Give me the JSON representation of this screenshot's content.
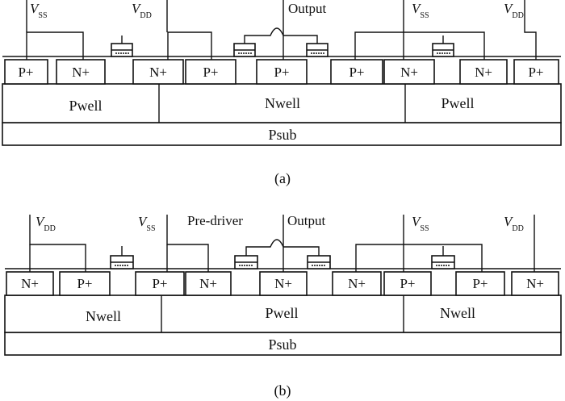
{
  "a": {
    "left_sup": {
      "v": "V",
      "sub": "SS"
    },
    "left_sup2": {
      "v": "V",
      "sub": "DD"
    },
    "output": "Output",
    "right_sup": {
      "v": "V",
      "sub": "SS"
    },
    "right_sup2": {
      "v": "V",
      "sub": "DD"
    },
    "diff": [
      "P+",
      "N+",
      "N+",
      "P+",
      "P+",
      "P+",
      "N+",
      "N+",
      "P+"
    ],
    "wells": [
      "Pwell",
      "Nwell",
      "Pwell"
    ],
    "sub": "Psub",
    "caption": "(a)"
  },
  "b": {
    "left_sup": {
      "v": "V",
      "sub": "DD"
    },
    "left_sup2": {
      "v": "V",
      "sub": "SS"
    },
    "predriver": "Pre-driver",
    "output": "Output",
    "right_sup": {
      "v": "V",
      "sub": "SS"
    },
    "right_sup2": {
      "v": "V",
      "sub": "DD"
    },
    "diff": [
      "N+",
      "P+",
      "P+",
      "N+",
      "N+",
      "N+",
      "P+",
      "P+",
      "N+"
    ],
    "wells": [
      "Nwell",
      "Pwell",
      "Nwell"
    ],
    "sub": "Psub",
    "caption": "(b)"
  }
}
